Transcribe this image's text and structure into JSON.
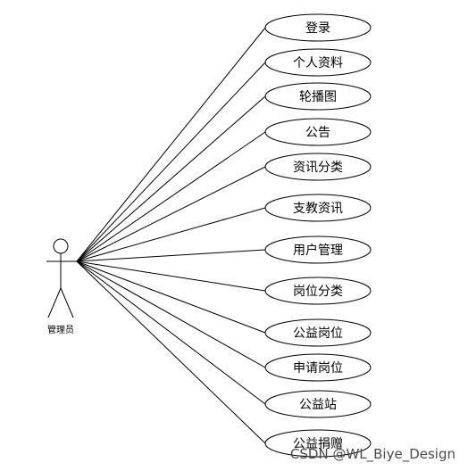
{
  "actor": {
    "label": "管理员"
  },
  "use_cases": [
    {
      "label": "登录"
    },
    {
      "label": "个人资料"
    },
    {
      "label": "轮播图"
    },
    {
      "label": "公告"
    },
    {
      "label": "资讯分类"
    },
    {
      "label": "支教资讯"
    },
    {
      "label": "用户管理"
    },
    {
      "label": "岗位分类"
    },
    {
      "label": "公益岗位"
    },
    {
      "label": "申请岗位"
    },
    {
      "label": "公益站"
    },
    {
      "label": "公益捐赠"
    }
  ],
  "watermark": "CSDN @WL_Biye_Design"
}
